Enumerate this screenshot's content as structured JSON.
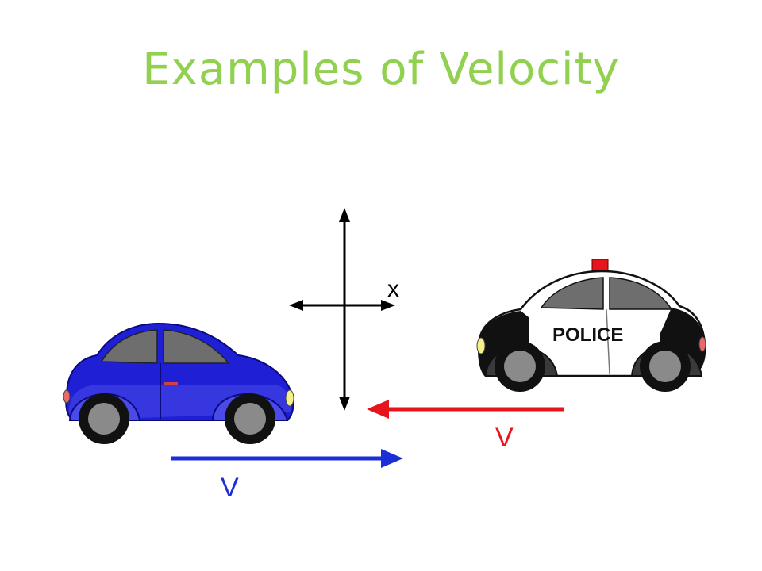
{
  "title": "Examples of Velocity",
  "axis": {
    "label": "x"
  },
  "police_car": {
    "door_text": "POLICE",
    "velocity_label": "V",
    "arrow_direction": "left"
  },
  "blue_car": {
    "velocity_label": "V",
    "arrow_direction": "right"
  },
  "colors": {
    "title": "#92d050",
    "blue_car": "#1f1fd6",
    "blue_arrow": "#1a2fd8",
    "red_arrow": "#e8141c",
    "axis": "#000000"
  }
}
